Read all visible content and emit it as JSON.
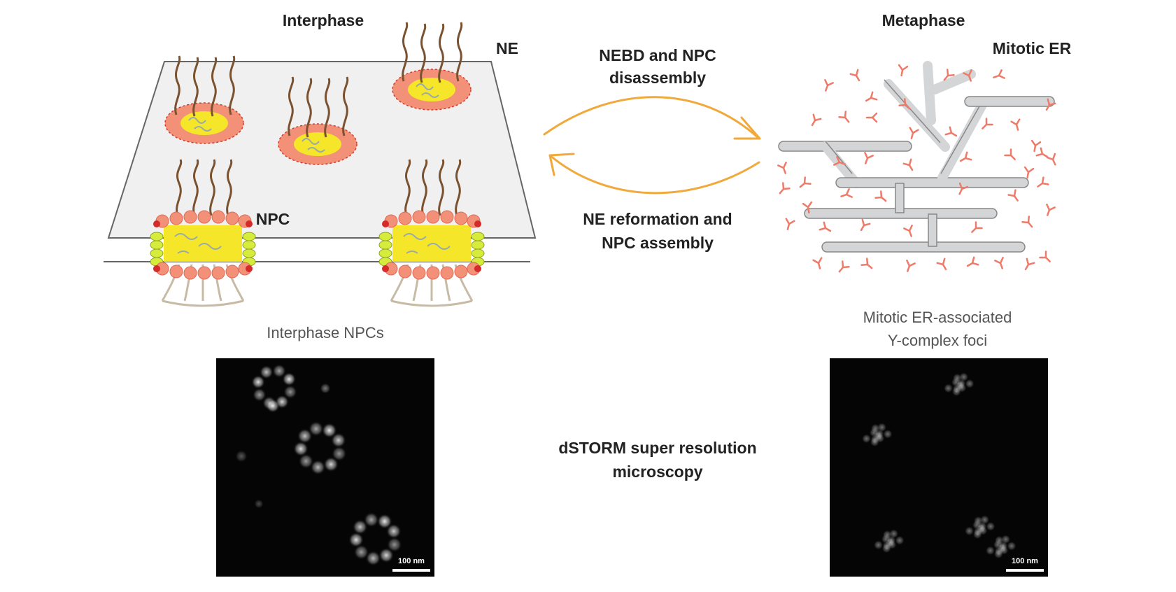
{
  "interphase": {
    "title": "Interphase",
    "ne_label": "NE",
    "npc_label": "NPC"
  },
  "metaphase": {
    "title": "Metaphase",
    "er_label": "Mitotic ER"
  },
  "arrows": {
    "forward_label_line1": "NEBD and NPC",
    "forward_label_line2": "disassembly",
    "backward_label_line1": "NE reformation and",
    "backward_label_line2": "NPC assembly"
  },
  "micrographs": {
    "left_caption": "Interphase NPCs",
    "right_caption_line1": "Mitotic ER-associated",
    "right_caption_line2": "Y-complex foci",
    "center_label_line1": "dSTORM super resolution",
    "center_label_line2": "microscopy",
    "scale_bar_label": "100 nm"
  },
  "colors": {
    "arrow": "#f0a93a",
    "npc_ring": "#f29078",
    "npc_core": "#f5e62a",
    "fg_nups": "#7a5230",
    "er": "#d4d5d7",
    "y_complex": "#ee7a6a",
    "membrane": "#f0f0f0"
  }
}
